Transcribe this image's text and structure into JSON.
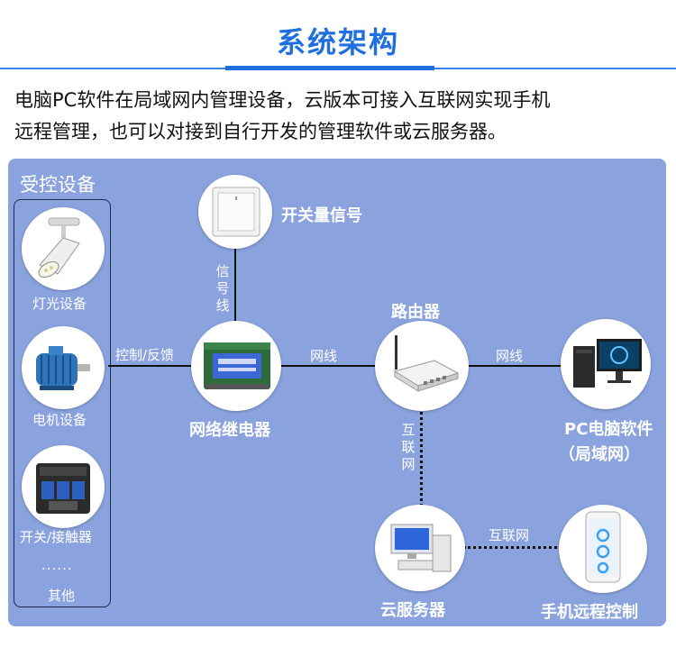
{
  "header": {
    "title": "系统架构",
    "description": [
      "电脑PC软件在局域网内管理设备，云版本可接入互联网实现手机",
      "远程管理，也可以对接到自行开发的管理软件或云服务器。"
    ]
  },
  "controlled": {
    "title": "受控设备",
    "items": [
      {
        "label": "灯光设备",
        "icon": "spotlight-icon"
      },
      {
        "label": "电机设备",
        "icon": "motor-icon"
      },
      {
        "label": "开关/接触器",
        "icon": "contactor-icon"
      }
    ],
    "ellipsis": "......",
    "other": "其他"
  },
  "nodes": {
    "switch_signal": "开关量信号",
    "relay": "网络继电器",
    "router": "路由器",
    "pc": [
      "PC电脑软件",
      "（局域网）"
    ],
    "cloud": "云服务器",
    "phone": "手机远程控制"
  },
  "links": {
    "signal_line": "信号线",
    "control_feedback": "控制/反馈",
    "net_left": "网线",
    "net_right": "网线",
    "internet_vertical": "互联网",
    "internet_horizontal": "互联网"
  },
  "colors": {
    "accent": "#1f6fe0",
    "panel": "#8aa3de",
    "wire": "#111111"
  }
}
